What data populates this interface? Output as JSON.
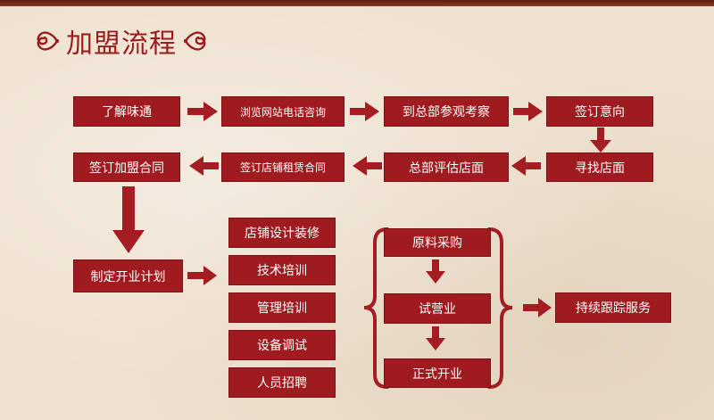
{
  "title": "加盟流程",
  "steps": {
    "s1": "了解味通",
    "s2": "浏览网站电话咨询",
    "s3": "到总部参观考察",
    "s4": "签订意向",
    "s5": "寻找店面",
    "s6": "总部评估店面",
    "s7": "签订店铺租赁合同",
    "s8": "签订加盟合同",
    "s9": "制定开业计划",
    "s10": "店铺设计装修",
    "s11": "技术培训",
    "s12": "管理培训",
    "s13": "设备调试",
    "s14": "人员招聘",
    "s15": "原料采购",
    "s16": "试营业",
    "s17": "正式开业",
    "s18": "持续跟踪服务"
  },
  "colors": {
    "box": "#9f1b1f",
    "box_text": "#ffffff",
    "title": "#9a1c1c",
    "background": "#eee1cf"
  }
}
